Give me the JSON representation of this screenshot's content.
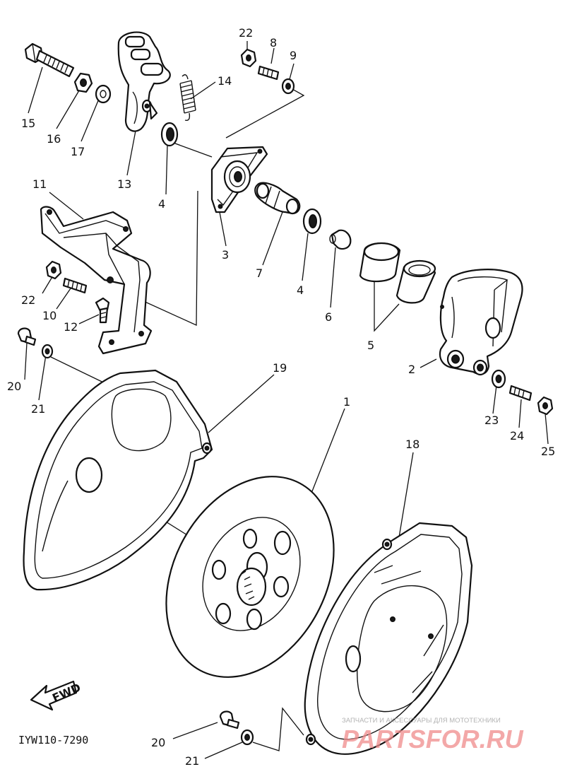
{
  "diagram": {
    "code": "IYW110-7290",
    "fwd_label": "FWD",
    "callouts": [
      {
        "id": "c22a",
        "text": "22"
      },
      {
        "id": "c8",
        "text": "8"
      },
      {
        "id": "c9",
        "text": "9"
      },
      {
        "id": "c14",
        "text": "14"
      },
      {
        "id": "c15",
        "text": "15"
      },
      {
        "id": "c16",
        "text": "16"
      },
      {
        "id": "c17",
        "text": "17"
      },
      {
        "id": "c13",
        "text": "13"
      },
      {
        "id": "c4a",
        "text": "4"
      },
      {
        "id": "c11",
        "text": "11"
      },
      {
        "id": "c3",
        "text": "3"
      },
      {
        "id": "c7",
        "text": "7"
      },
      {
        "id": "c4b",
        "text": "4"
      },
      {
        "id": "c6",
        "text": "6"
      },
      {
        "id": "c5",
        "text": "5"
      },
      {
        "id": "c22b",
        "text": "22"
      },
      {
        "id": "c10",
        "text": "10"
      },
      {
        "id": "c12",
        "text": "12"
      },
      {
        "id": "c2",
        "text": "2"
      },
      {
        "id": "c20a",
        "text": "20"
      },
      {
        "id": "c21a",
        "text": "21"
      },
      {
        "id": "c19",
        "text": "19"
      },
      {
        "id": "c1",
        "text": "1"
      },
      {
        "id": "c18",
        "text": "18"
      },
      {
        "id": "c23",
        "text": "23"
      },
      {
        "id": "c24",
        "text": "24"
      },
      {
        "id": "c25",
        "text": "25"
      },
      {
        "id": "c20b",
        "text": "20"
      },
      {
        "id": "c21b",
        "text": "21"
      }
    ]
  },
  "watermark": {
    "tagline": "ЗАПЧАСТИ И АКСЕССУАРЫ ДЛЯ МОТОТЕХНИКИ",
    "brand": "PARTSFOR.RU"
  }
}
